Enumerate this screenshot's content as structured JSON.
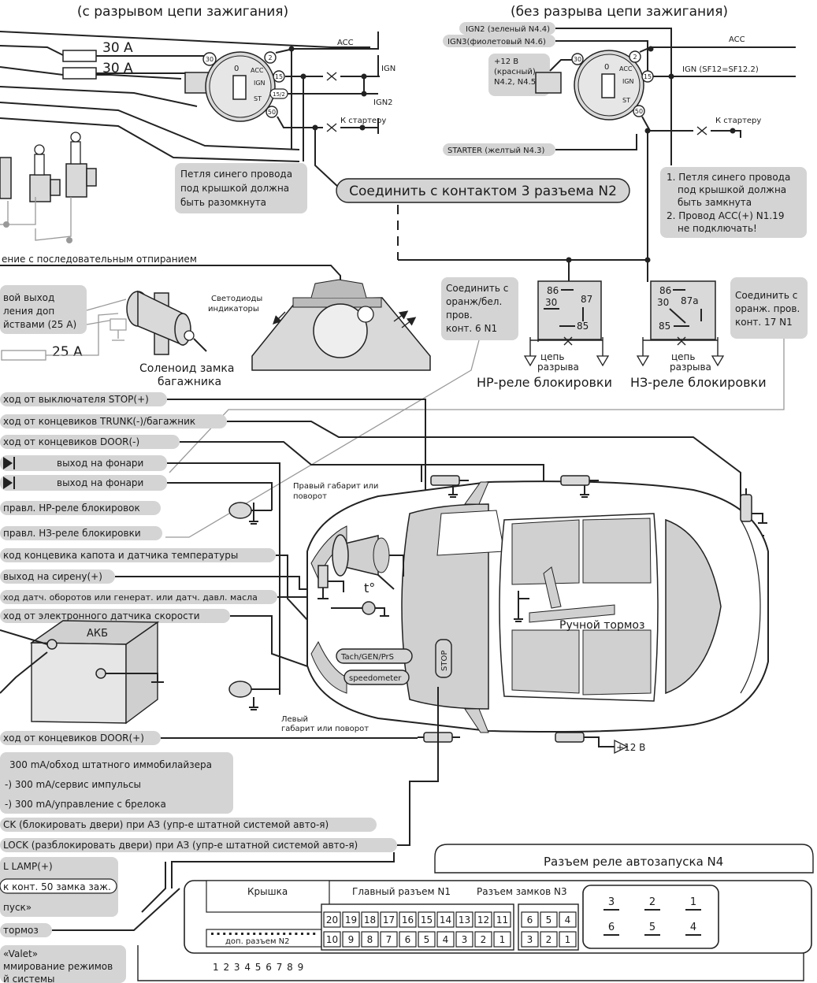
{
  "headers": {
    "left": "(с разрывом цепи зажигания)",
    "right": "(без разрыва цепи зажигания)"
  },
  "left_switch": {
    "fuse1": "30 A",
    "fuse2": "30 A",
    "acc": "ACC",
    "ign": "IGN",
    "ign2": "IGN2",
    "starter": "К стартеру",
    "pins": [
      "30",
      "2",
      "15",
      "15/2",
      "50"
    ],
    "positions": [
      "0",
      "ACC",
      "IGN",
      "ST"
    ],
    "note": [
      "Петля синего провода",
      "под крышкой должна",
      "быть разомкнута"
    ],
    "sequential_unlock": "ение с последовательным отпиранием"
  },
  "center_note": "Соединить с контактом 3 разъема N2",
  "right_switch": {
    "ign2_label": "IGN2 (зеленый N4.4)",
    "ign3_label": "IGN3(фиолетовый N4.6)",
    "plus12": [
      "+12 В",
      "(красный)",
      "N4.2, N4.5"
    ],
    "acc": "ACC",
    "ign": "IGN (SF12=SF12.2)",
    "starter": "К стартеру",
    "starter_label": "STARTER (желтый N4.3)",
    "pins": [
      "30",
      "2",
      "15",
      "50"
    ],
    "positions": [
      "0",
      "ACC",
      "IGN",
      "ST"
    ],
    "note": [
      "1. Петля синего провода",
      "под крышкой должна",
      "быть замкнута",
      "2. Провод ACC(+) N1.19",
      "не подключать!"
    ]
  },
  "relays": {
    "no_label": "НР-реле блокировки",
    "nc_label": "НЗ-реле блокировки",
    "no_pins": [
      "86",
      "30",
      "87",
      "85"
    ],
    "nc_pins": [
      "86",
      "30",
      "87a",
      "85"
    ],
    "break": [
      "цепь",
      "разрыва"
    ],
    "no_note": [
      "Соединить с",
      "оранж/бел.",
      "пров.",
      "конт. 6 N1"
    ],
    "nc_note": [
      "Соединить с",
      "оранж. пров.",
      "конт. 17 N1"
    ]
  },
  "trunk": {
    "output_label": [
      "вой выход",
      "ления доп",
      "йствами (25 А)"
    ],
    "fuse": "25 A",
    "solenoid": [
      "Соленоид замка",
      "багажника"
    ],
    "leds": [
      "Светодиоды",
      "индикаторы"
    ]
  },
  "left_pills": [
    "ход от выключателя STOP(+)",
    "ход от концевиков TRUNK(-)/багажник",
    "ход от концевиков DOOR(-)",
    "выход на фонари",
    "выход на фонари",
    "правл. НР-реле блокировок",
    "правл. НЗ-реле блокировки",
    "код концевика капота и датчика температуры",
    "выход на сирену(+)",
    "ход датч. оборотов или генерат. или датч. давл. масла",
    "ход от электронного датчика скорости"
  ],
  "car": {
    "right_marker": [
      "Правый габарит или",
      "поворот"
    ],
    "left_marker": [
      "Левый",
      "габарит или поворот"
    ],
    "handbrake": "Ручной тормоз",
    "temp": "t°",
    "stop": "STOP",
    "tach": "Tach/GEN/PrS",
    "speedometer": "speedometer",
    "battery": "АКБ",
    "plus12": "+12 В"
  },
  "bottom_pills": [
    "ход от концевиков DOOR(+)",
    "300 mA/обход штатного иммобилайзера",
    "-)  300 mA/сервис импульсы",
    "-)  300 mA/управление с брелока",
    "CK (блокировать двери) при АЗ (упр-е штатной системой авто-я)",
    "LOCK (разблокировать двери) при АЗ (упр-е штатной системой авто-я)",
    "L LAMP(+)",
    "к конт. 50 замка заж.",
    "пуск»",
    "тормоз",
    "«Valet»",
    "ммирование режимов",
    "й системы"
  ],
  "connector": {
    "title": "Разъем реле автозапуска N4",
    "cover": "Крышка",
    "main": "Главный разъем N1",
    "locks": "Разъем замков N3",
    "aux": "доп. разъем N2",
    "aux_numbers": "1 2 3 4 5 6 7 8 9",
    "n1_top": [
      "20",
      "19",
      "18",
      "17",
      "16",
      "15",
      "14",
      "13",
      "12",
      "11"
    ],
    "n1_bottom": [
      "10",
      "9",
      "8",
      "7",
      "6",
      "5",
      "4",
      "3",
      "2",
      "1"
    ],
    "n3_top": [
      "6",
      "5",
      "4"
    ],
    "n3_bottom": [
      "3",
      "2",
      "1"
    ],
    "n4_top": [
      "3",
      "2",
      "1"
    ],
    "n4_bottom": [
      "6",
      "5",
      "4"
    ]
  }
}
